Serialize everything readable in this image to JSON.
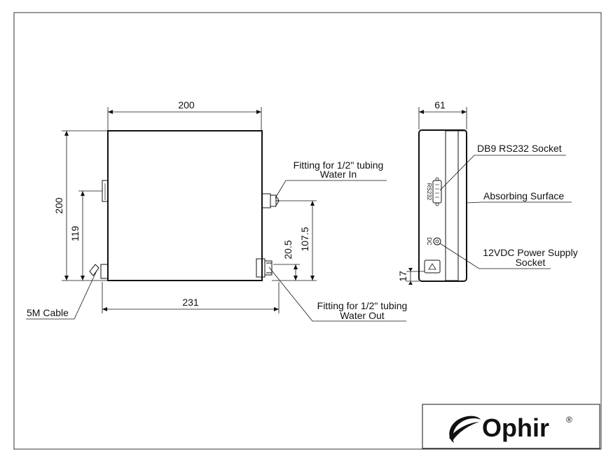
{
  "dimensions": {
    "front_width": "200",
    "front_height": "200",
    "side_width": "61",
    "port_height_in": "119",
    "water_in_height": "107.5",
    "water_out_height": "20.5",
    "overall_width": "231",
    "dc_height": "17"
  },
  "callouts": {
    "water_in_line1": "Fitting for 1/2\" tubing",
    "water_in_line2": "Water In",
    "water_out_line1": "Fitting for 1/2\" tubing",
    "water_out_line2": "Water Out",
    "cable": "5M Cable",
    "db9": "DB9 RS232 Socket",
    "absorbing": "Absorbing Surface",
    "power_line1": "12VDC Power Supply",
    "power_line2": "Socket"
  },
  "panel_labels": {
    "rs232": "RS232",
    "dc": "DC"
  },
  "logo": {
    "text": "Ophir",
    "mark": "®"
  }
}
